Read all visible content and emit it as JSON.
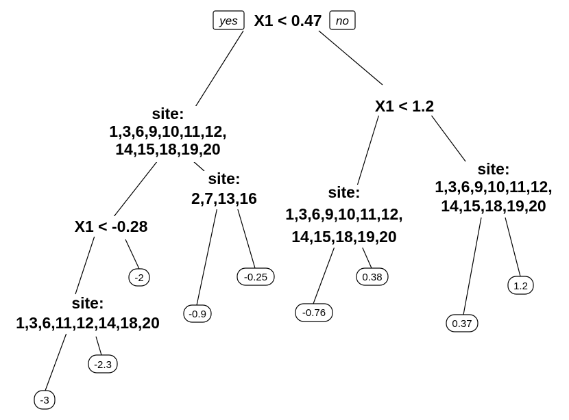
{
  "root": {
    "yes": "yes",
    "split": "X1 < 0.47",
    "no": "no"
  },
  "splits": {
    "site_a": [
      "site:",
      "1,3,6,9,10,11,12,",
      "14,15,18,19,20"
    ],
    "x1_12": [
      "X1 < 1.2"
    ],
    "x1_028": [
      "X1 < -0.28"
    ],
    "site_b": [
      "site:",
      "2,7,13,16"
    ],
    "site_c": [
      "site:",
      "1,3,6,9,10,11,12,",
      "14,15,18,19,20"
    ],
    "site_d": [
      "site:",
      "1,3,6,9,10,11,12,",
      "14,15,18,19,20"
    ],
    "site_e": [
      "site:",
      "1,3,6,11,12,14,18,20"
    ]
  },
  "leaves": {
    "l_m2": "-2",
    "l_m09": "-0.9",
    "l_m025": "-0.25",
    "l_m076": "-0.76",
    "l_038": "0.38",
    "l_037": "0.37",
    "l_12": "1.2",
    "l_m23": "-2.3",
    "l_m3": "-3"
  }
}
